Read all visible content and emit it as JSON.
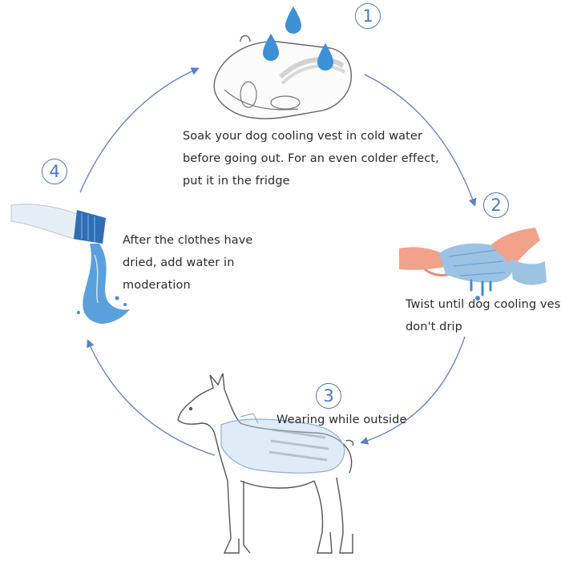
{
  "colors": {
    "accent": "#4a78c4",
    "cycle_line": "#5b7fc6",
    "water": "#3d8fd6",
    "skin": "#f2a18a",
    "cloth": "#9cc3e4",
    "outline": "#555555"
  },
  "steps": [
    {
      "number": "1",
      "icon": "vest-with-water-drops-icon",
      "lines": [
        "Soak your dog cooling vest  in cold water",
        "before going out. For an even colder effect,",
        "put it in the fridge"
      ]
    },
    {
      "number": "2",
      "icon": "hands-wringing-cloth-icon",
      "lines": [
        "Twist until dog cooling vest",
        "don't drip"
      ]
    },
    {
      "number": "3",
      "icon": "dog-wearing-vest-icon",
      "lines": [
        "Wearing while outside"
      ]
    },
    {
      "number": "4",
      "icon": "bottle-pouring-water-icon",
      "lines": [
        "After the clothes have",
        "dried, add water in",
        "moderation"
      ]
    }
  ]
}
